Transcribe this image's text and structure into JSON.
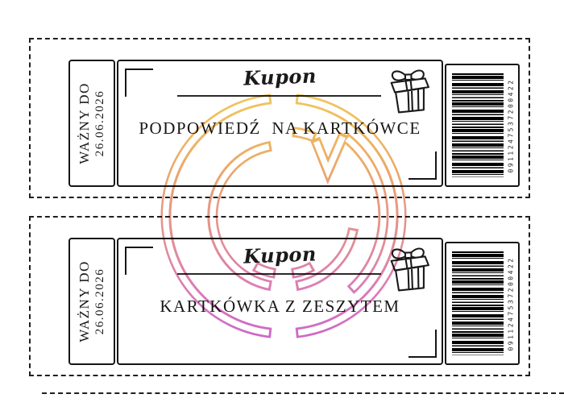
{
  "page": {
    "background": "#ffffff",
    "text_color": "#1a1a1a"
  },
  "tickets": [
    {
      "valid_label": "WAŻNY DO",
      "valid_date": "26.06.2026",
      "coupon_label": "Kupon",
      "title": "PODPOWIEDŹ  NA KARTKÓWCE",
      "barcode_number": "0911247537200422"
    },
    {
      "valid_label": "WAŻNY DO",
      "valid_date": "26.06.2026",
      "coupon_label": "Kupon",
      "title": "KARTKÓWKA Z ZESZYTEM",
      "barcode_number": "0911247537200422"
    }
  ],
  "watermark": {
    "letter": "C",
    "gradient": [
      "#F0C64F",
      "#EBA35C",
      "#E18A85",
      "#D973AF",
      "#C75BC8"
    ]
  }
}
